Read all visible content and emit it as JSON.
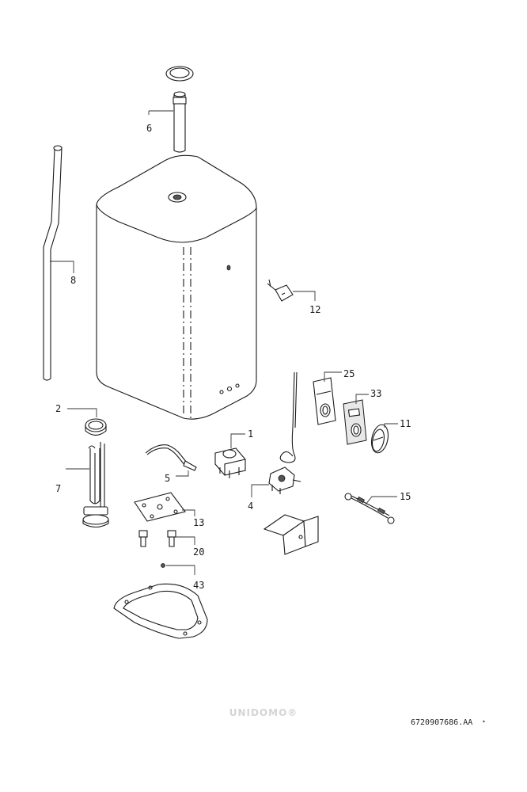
{
  "parts": [
    {
      "id": "6",
      "label": "6"
    },
    {
      "id": "8",
      "label": "8"
    },
    {
      "id": "12",
      "label": "12"
    },
    {
      "id": "25",
      "label": "25"
    },
    {
      "id": "33",
      "label": "33"
    },
    {
      "id": "11",
      "label": "11"
    },
    {
      "id": "2",
      "label": "2"
    },
    {
      "id": "5",
      "label": "5"
    },
    {
      "id": "7",
      "label": "7"
    },
    {
      "id": "1",
      "label": "1"
    },
    {
      "id": "4",
      "label": "4"
    },
    {
      "id": "15",
      "label": "15"
    },
    {
      "id": "13",
      "label": "13"
    },
    {
      "id": "20",
      "label": "20"
    },
    {
      "id": "43",
      "label": "43"
    }
  ],
  "watermark": "UNIDOMO®",
  "doc_ref": "6720907686.AA",
  "doc_mark": "•"
}
